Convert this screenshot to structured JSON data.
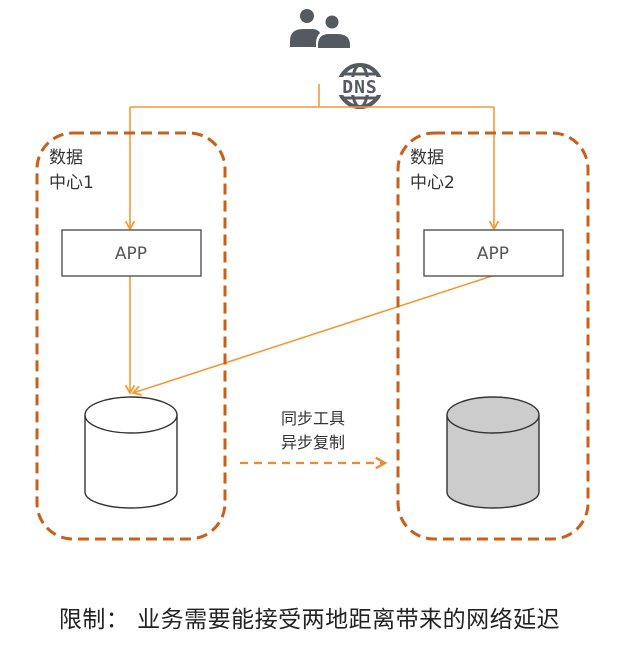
{
  "colors": {
    "flow_line": "#f39a36",
    "dc_border": "#c8601a",
    "replication_arrow": "#ef8a2f",
    "icon": "#555a60",
    "box_border": "#444444",
    "db_primary_fill": "#ffffff",
    "db_replica_fill": "#cccccc"
  },
  "top": {
    "users_icon": "users-icon",
    "dns_icon": "dns-globe-icon",
    "dns_text": "DNS"
  },
  "datacenters": [
    {
      "label_line1": "数据",
      "label_line2": "中心1",
      "app_label": "APP",
      "database": "primary"
    },
    {
      "label_line1": "数据",
      "label_line2": "中心2",
      "app_label": "APP",
      "database": "replica"
    }
  ],
  "replication": {
    "line1": "同步工具",
    "line2": "异步复制"
  },
  "caption": "限制： 业务需要能接受两地距离带来的网络延迟"
}
